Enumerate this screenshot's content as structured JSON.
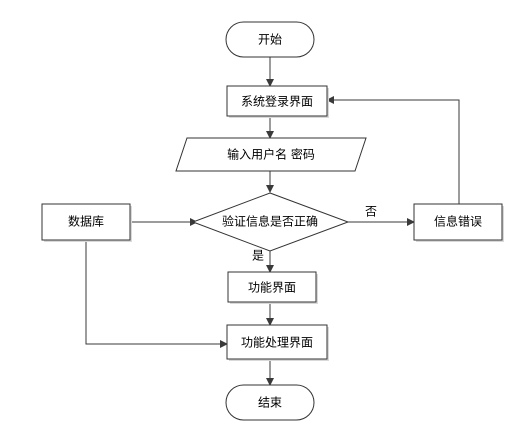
{
  "nodes": {
    "start": "开始",
    "login": "系统登录界面",
    "input": "输入用户名 密码",
    "verify": "验证信息是否正确",
    "database": "数据库",
    "error": "信息错误",
    "function": "功能界面",
    "process": "功能处理界面",
    "end": "结束"
  },
  "edges": {
    "yes_label": "是",
    "no_label": "否"
  }
}
